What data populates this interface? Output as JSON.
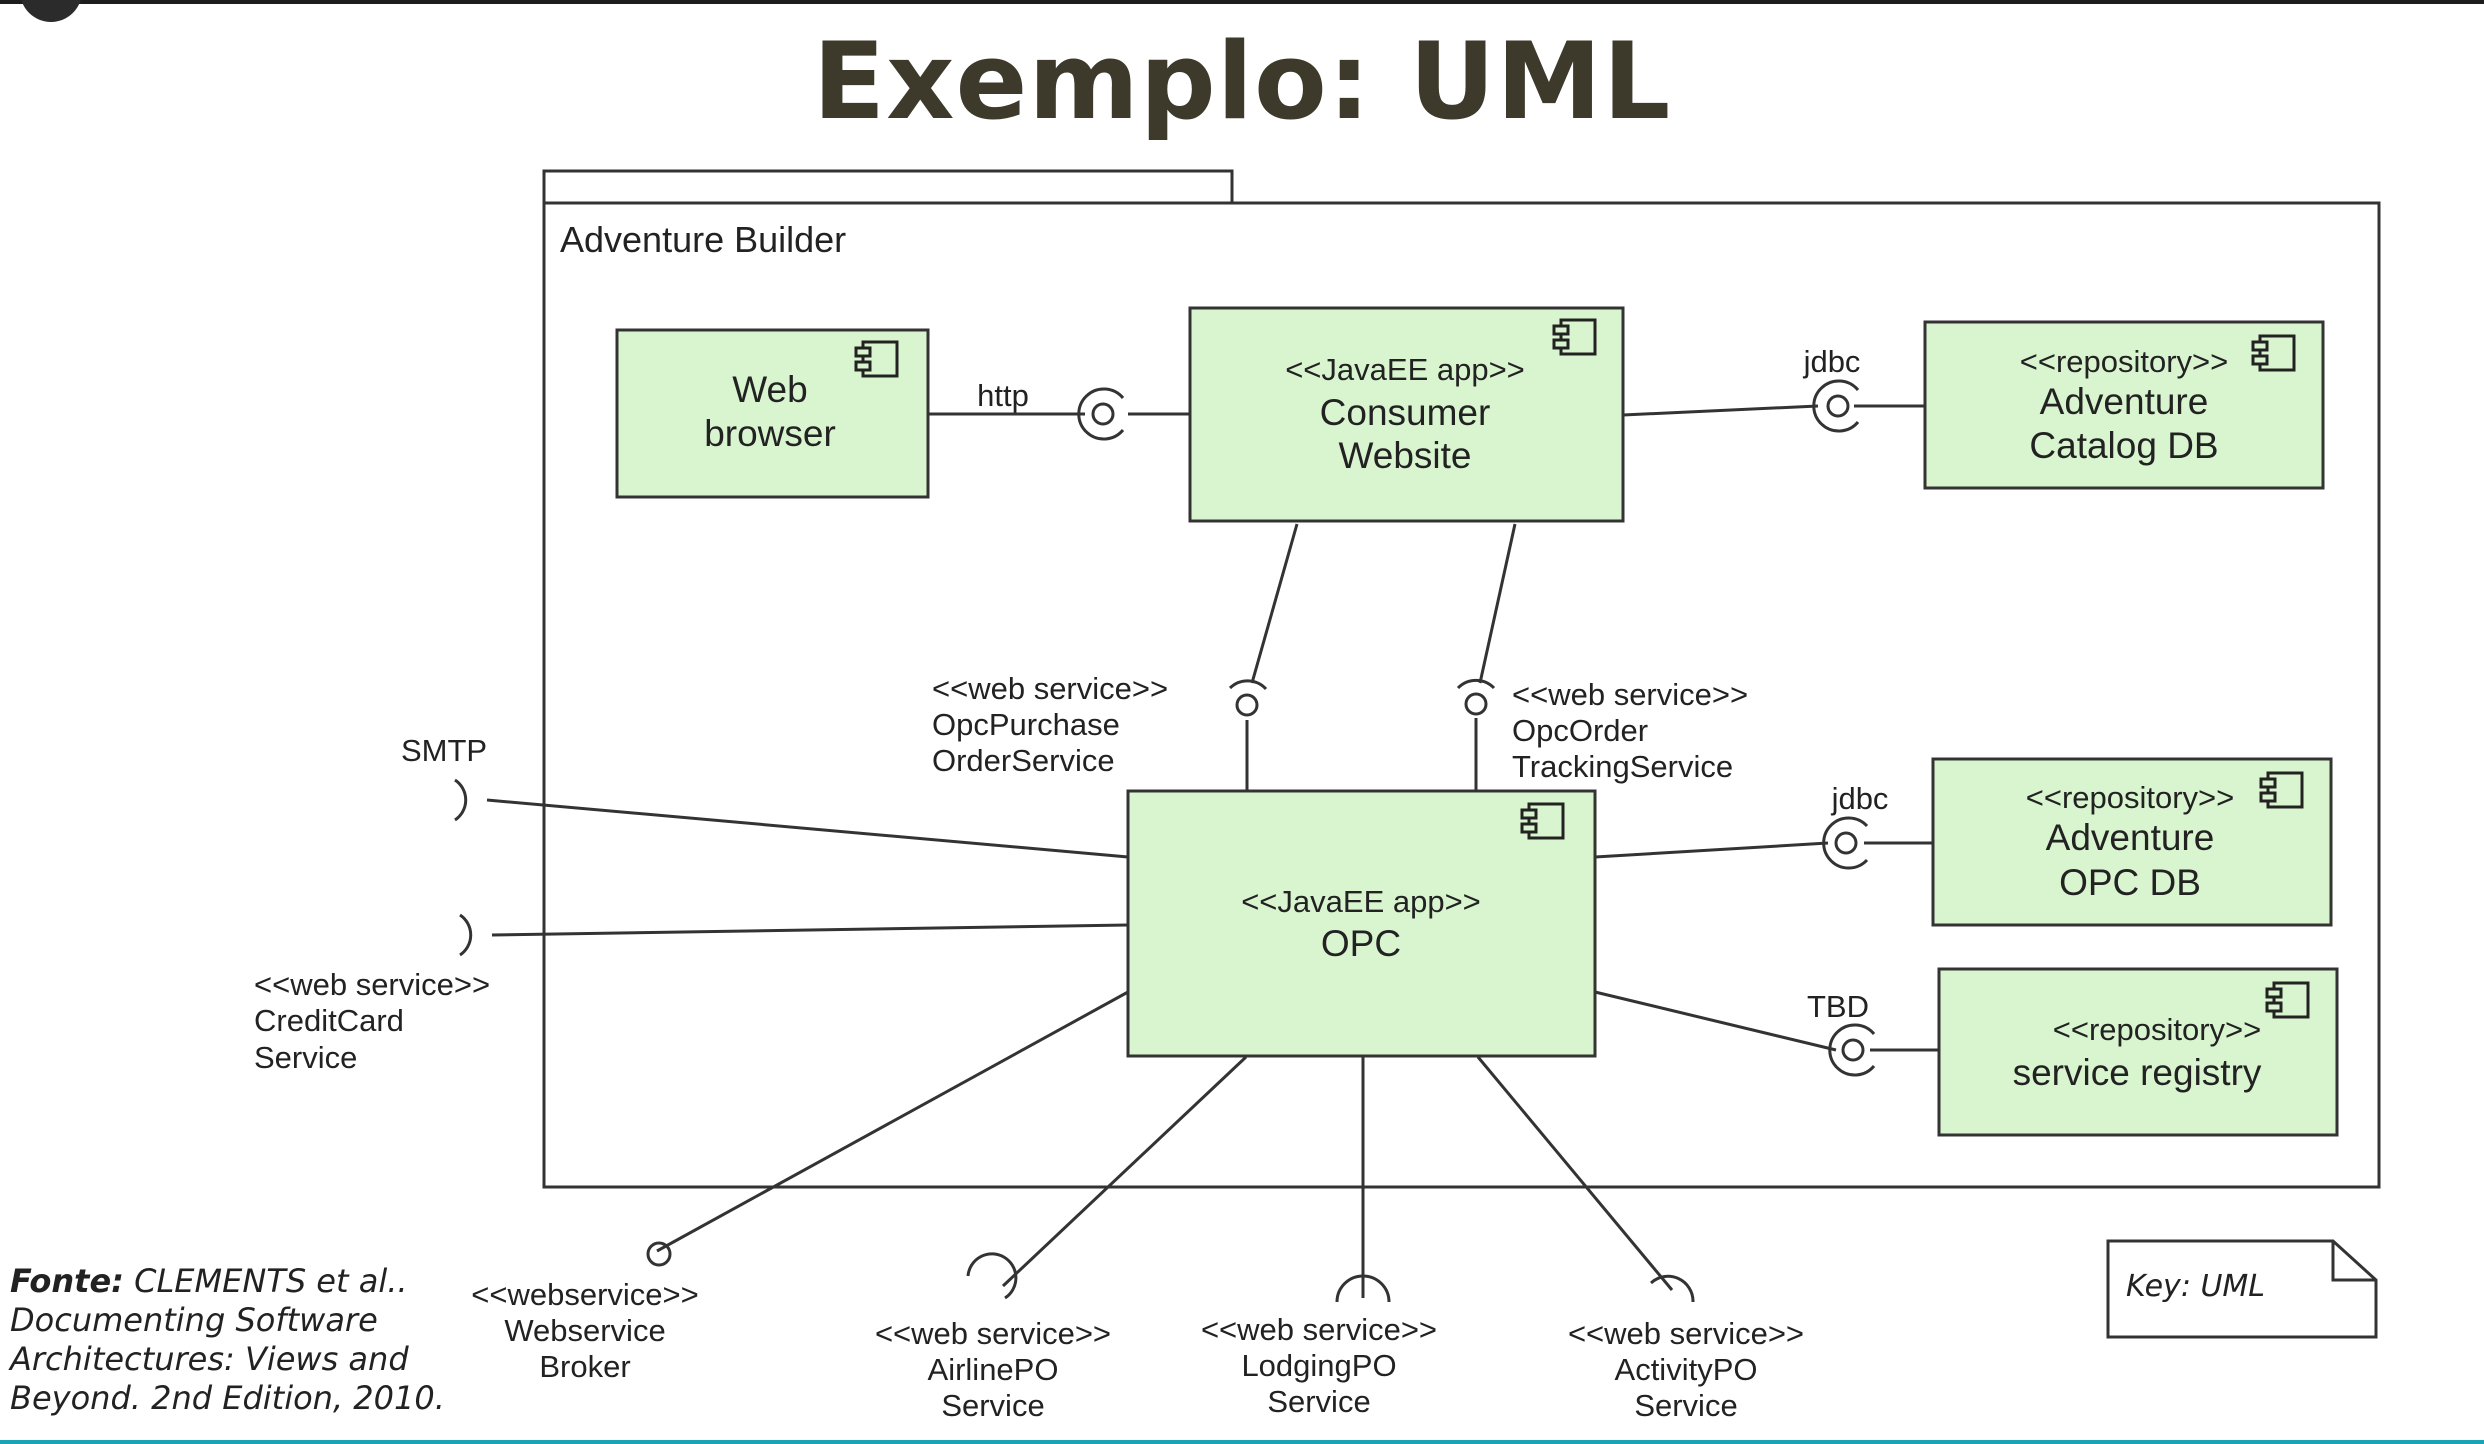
{
  "title": "Exemplo: UML",
  "diagram": {
    "frame_label": "Adventure Builder",
    "components": {
      "web_browser": [
        "Web",
        "browser"
      ],
      "consumer_website": [
        "<<JavaEE app>>",
        "Consumer",
        "Website"
      ],
      "catalog_db": [
        "<<repository>>",
        "Adventure",
        "Catalog DB"
      ],
      "opc": [
        "<<JavaEE app>>",
        "OPC"
      ],
      "opc_db": [
        "<<repository>>",
        "Adventure",
        "OPC DB"
      ],
      "service_registry": [
        "<<repository>>",
        "service registry"
      ]
    },
    "connectors": {
      "http": "http",
      "jdbc_catalog": "jdbc",
      "jdbc_opc": "jdbc",
      "tbd": "TBD",
      "smtp": "SMTP",
      "purchase_order": [
        "<<web service>>",
        "OpcPurchase",
        "OrderService"
      ],
      "order_tracking": [
        "<<web service>>",
        "OpcOrder",
        "TrackingService"
      ],
      "credit_card": [
        "<<web service>>",
        "CreditCard",
        "Service"
      ],
      "broker": [
        "<<webservice>>",
        "Webservice",
        "Broker"
      ],
      "airline": [
        "<<web service>>",
        "AirlinePO",
        "Service"
      ],
      "lodging": [
        "<<web service>>",
        "LodgingPO",
        "Service"
      ],
      "activity": [
        "<<web service>>",
        "ActivityPO",
        "Service"
      ]
    },
    "key": "Key: UML"
  },
  "source": {
    "label": "Fonte:",
    "text": "CLEMENTS et al.. Documenting Software Architectures: Views and Beyond. 2nd Edition, 2010."
  }
}
